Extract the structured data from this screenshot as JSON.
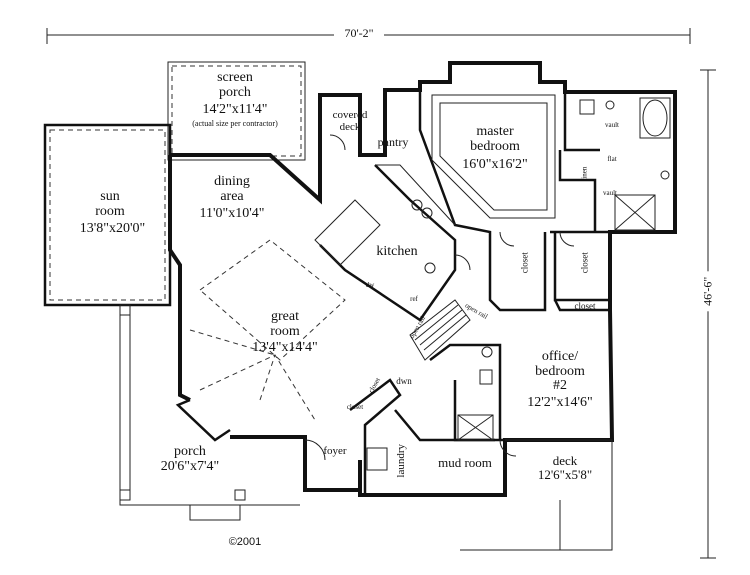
{
  "dimensions": {
    "width": "70'-2\"",
    "depth": "46'-6\""
  },
  "rooms": {
    "screen_porch": {
      "name": "screen\nporch",
      "size": "14'2\"x11'4\"",
      "note": "(actual size per contractor)"
    },
    "covered_deck": {
      "name": "covered\ndeck"
    },
    "pantry": {
      "name": "pantry"
    },
    "master_bedroom": {
      "name": "master\nbedroom",
      "size": "16'0\"x16'2\""
    },
    "sun_room": {
      "name": "sun\nroom",
      "size": "13'8\"x20'0\""
    },
    "dining_area": {
      "name": "dining\narea",
      "size": "11'0\"x10'4\""
    },
    "kitchen": {
      "name": "kitchen"
    },
    "great_room": {
      "name": "great\nroom",
      "size": "13'4\"x14'4\""
    },
    "porch": {
      "name": "porch",
      "size": "20'6\"x7'4\""
    },
    "office": {
      "name": "office/\nbedroom\n#2",
      "size": "12'2\"x14'6\""
    },
    "foyer": {
      "name": "foyer"
    },
    "laundry": {
      "name": "laundry"
    },
    "mud_room": {
      "name": "mud room"
    },
    "deck": {
      "name": "deck",
      "size": "12'6\"x5'8\""
    }
  },
  "labels": {
    "closet_a": "closet",
    "closet_b": "closet",
    "closet_c": "closet",
    "closet_d": "closet",
    "closet_e": "closet",
    "linen": "linen",
    "vault_1": "vault",
    "vault_2": "vault",
    "flat": "flat",
    "dw": "dw",
    "ref": "ref",
    "open_rail_1": "open rail",
    "open_rail_2": "open rail",
    "dwn": "dwn"
  },
  "copyright": "©2001"
}
